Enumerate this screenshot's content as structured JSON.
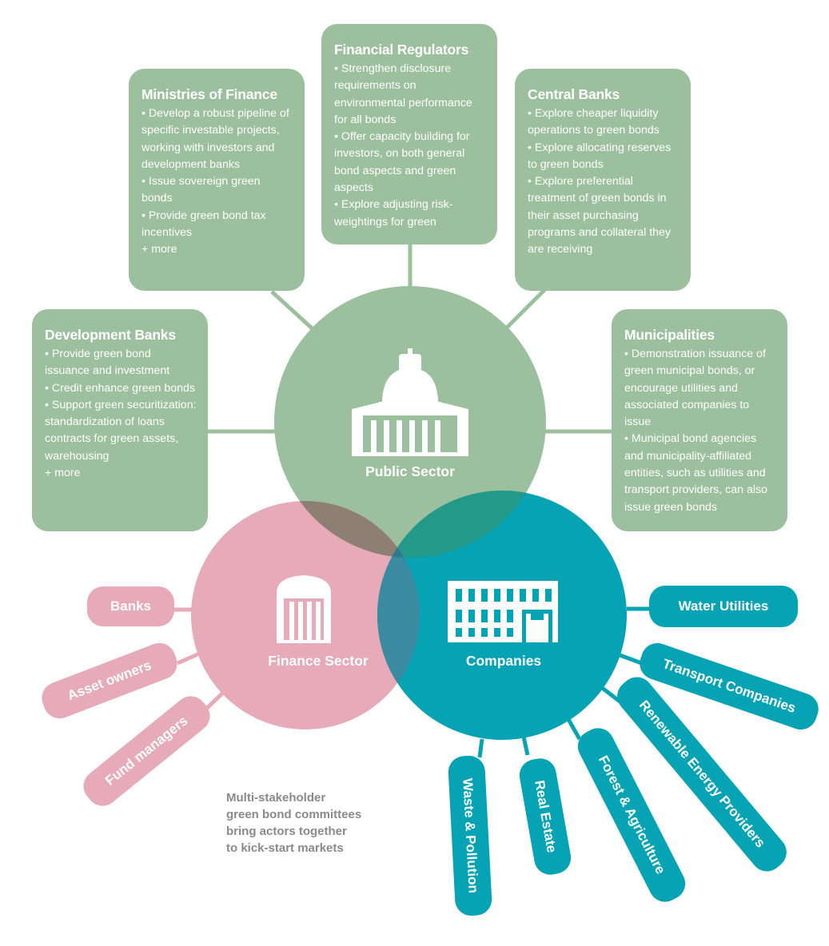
{
  "colors": {
    "green": "#9cbf9e",
    "pink": "#e6aab8",
    "teal": "#06a3b5",
    "overlap_pink_green": "#8e7f74",
    "overlap_teal_green": "#23998a",
    "overlap_pink_teal": "#3a8aa0",
    "overlap_center": "#2c7b8e",
    "caption_gray": "#8a8a8a"
  },
  "icons": {
    "public_sector": "capitol-building-icon",
    "finance_sector": "bank-building-icon",
    "companies": "office-building-icon"
  },
  "circles": {
    "public_sector": "Public Sector",
    "finance_sector": "Finance Sector",
    "companies": "Companies"
  },
  "boxes": {
    "ministries": {
      "title": "Ministries of Finance",
      "items": [
        "Develop a robust pipeline of specific investable projects, working with investors and development banks",
        "Issue sovereign green bonds",
        "Provide green bond tax incentives"
      ],
      "more": "+ more"
    },
    "regulators": {
      "title": "Financial Regulators",
      "items": [
        "Strengthen disclosure requirements on environmental performance for all bonds",
        "Offer capacity building for investors, on both general bond aspects and green aspects",
        "Explore adjusting risk-weightings for green"
      ]
    },
    "central_banks": {
      "title": "Central Banks",
      "items": [
        "Explore cheaper liquidity operations to green bonds",
        "Explore allocating reserves to green bonds",
        "Explore preferential treatment of green bonds in their asset purchasing programs and collateral they are receiving"
      ]
    },
    "development_banks": {
      "title": "Development Banks",
      "items": [
        "Provide green bond issuance and investment",
        "Credit enhance green bonds",
        "Support green securitization: standardization of loans contracts for green assets, warehousing"
      ],
      "more": "+ more"
    },
    "municipalities": {
      "title": "Municipalities",
      "items": [
        "Demonstration issuance of green municipal bonds, or encourage utilities and associated companies to issue",
        "Municipal bond agencies and municipality-affiliated entities, such as utilities and transport providers, can also issue green bonds"
      ]
    }
  },
  "finance_pills": [
    "Banks",
    "Asset owners",
    "Fund managers"
  ],
  "company_pills": [
    "Water Utilities",
    "Transport Companies",
    "Renewable Energy Providers",
    "Forest & Agriculture",
    "Real Estate",
    "Waste & Pollution"
  ],
  "caption": [
    "Multi-stakeholder",
    "green bond committees",
    "bring actors together",
    "to kick-start markets"
  ]
}
